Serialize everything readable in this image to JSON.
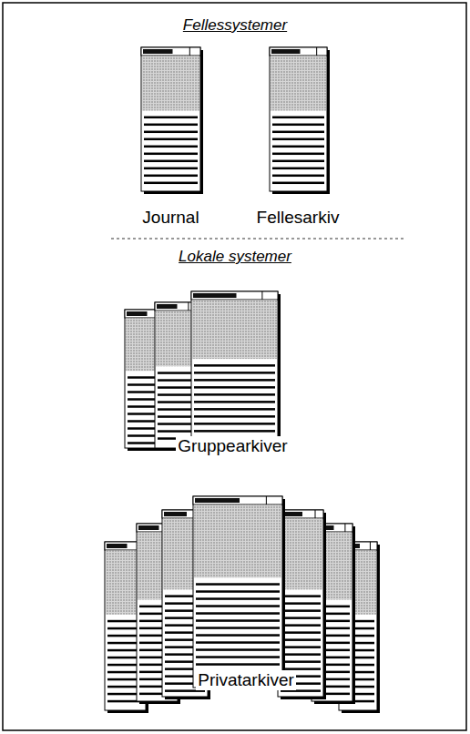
{
  "diagram": {
    "nodes": [
      {
        "text": [
          "Journal"
        ]
      },
      {
        "text": [
          "Fellesarkiv"
        ]
      },
      {
        "text": [
          "Gruppearkiver"
        ]
      },
      {
        "text": [
          "Privatarkiver"
        ]
      }
    ],
    "labels": [
      "Fellessystemer",
      "Lokale systemer"
    ]
  }
}
